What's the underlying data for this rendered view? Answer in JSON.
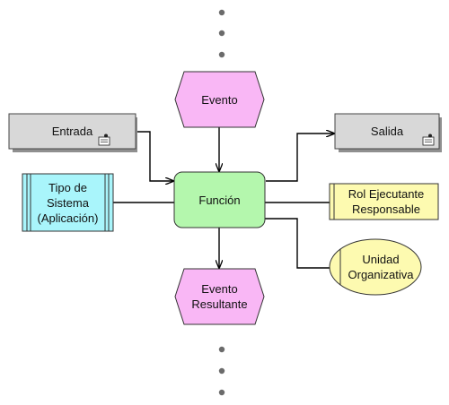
{
  "diagram": {
    "nodes": {
      "evento": {
        "label": "Evento",
        "fill": "#f9b7f5"
      },
      "funcion": {
        "label": "Función",
        "fill": "#b4f7ad"
      },
      "evento_resultante": {
        "label": "Evento\nResultante",
        "fill": "#f9b7f5"
      },
      "entrada": {
        "label": "Entrada",
        "fill": "#d8d8d8"
      },
      "salida": {
        "label": "Salida",
        "fill": "#d8d8d8"
      },
      "tipo_sistema": {
        "label": "Tipo de\nSistema\n(Aplicación)",
        "fill": "#a9f5fb"
      },
      "rol": {
        "label": "Rol Ejecutante\nResponsable",
        "fill": "#fdfab0"
      },
      "unidad": {
        "label": "Unidad\nOrganizativa",
        "fill": "#fdfab0"
      }
    },
    "edge_color": "#000000",
    "dot_color": "#6b6b6b"
  }
}
